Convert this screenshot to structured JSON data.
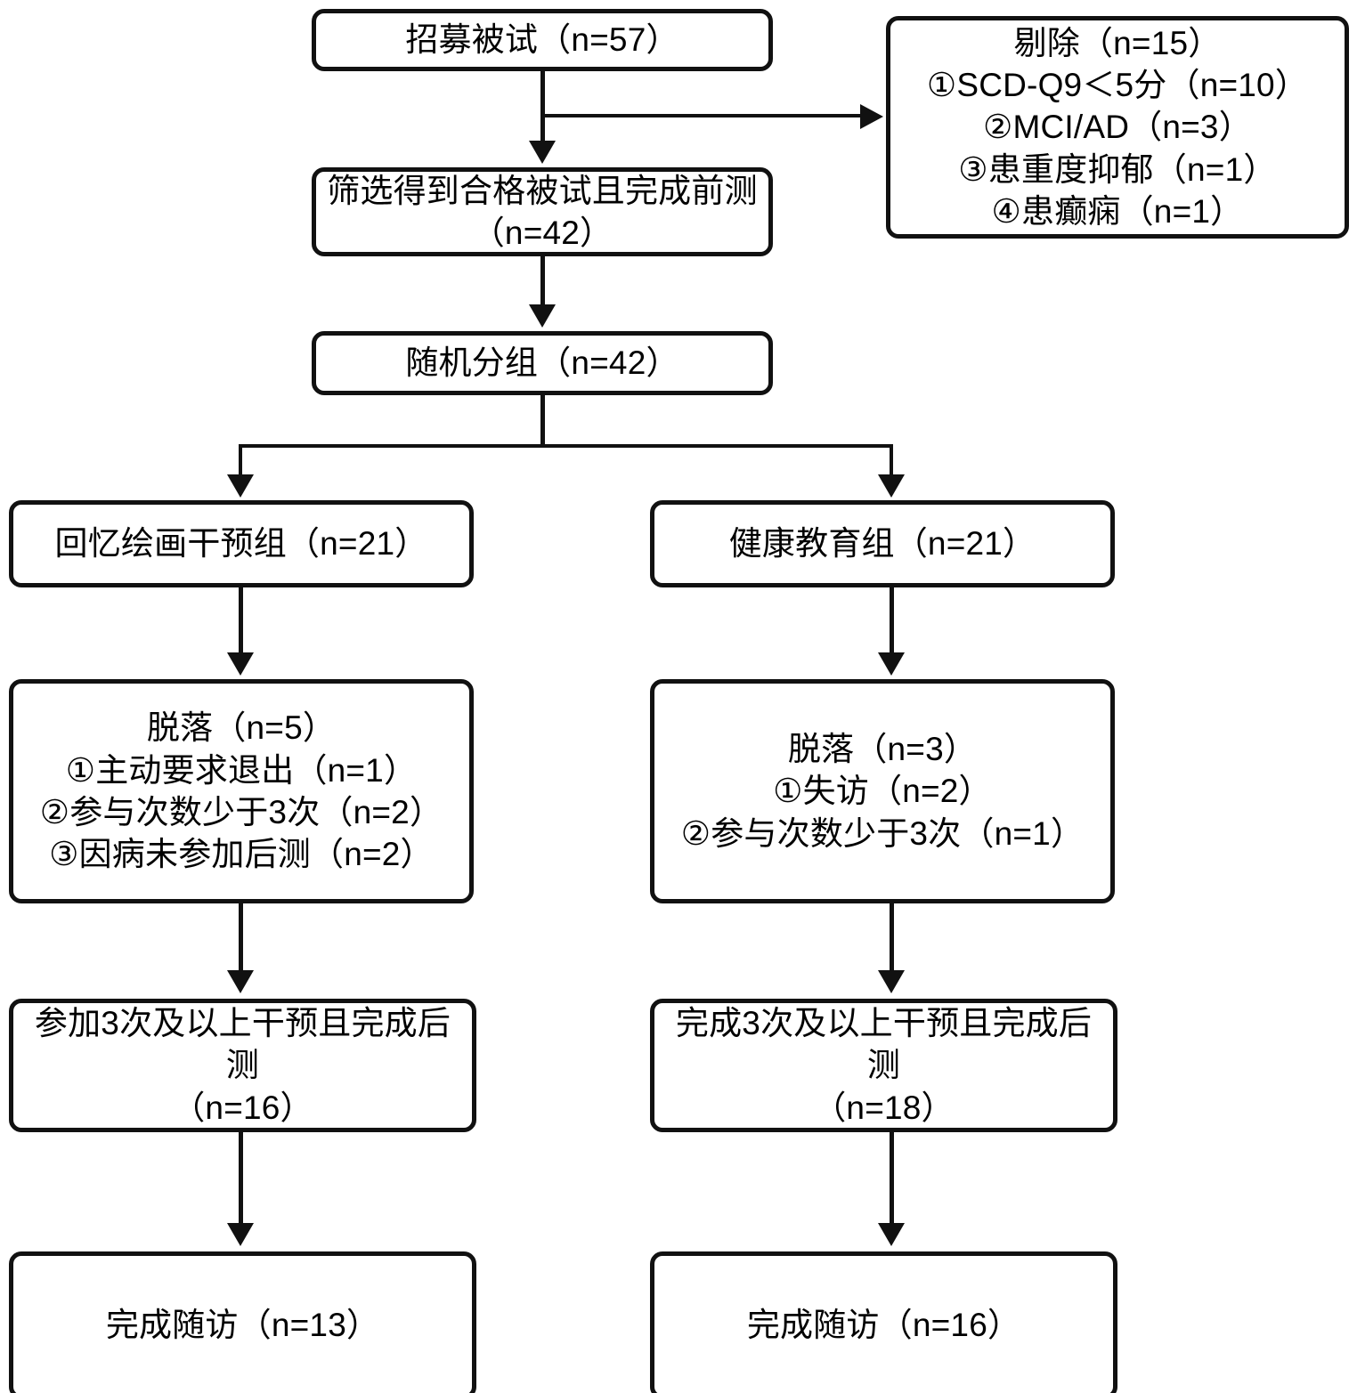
{
  "diagram": {
    "title": "CONSORT participant flow diagram",
    "line_color": "#111111",
    "background": "#ffffff",
    "nodes": {
      "recruited": "招募被试（n=57）",
      "excluded": "剔除（n=15）\n①SCD-Q9＜5分（n=10）\n②MCI/AD（n=3）\n③患重度抑郁（n=1）\n④患癫痫（n=1）",
      "screened": "筛选得到合格被试且完成前测\n（n=42）",
      "randomized": "随机分组（n=42）",
      "group_left": "回忆绘画干预组（n=21）",
      "group_right": "健康教育组（n=21）",
      "dropout_left": "脱落（n=5）\n①主动要求退出（n=1）\n②参与次数少于3次（n=2）\n③因病未参加后测（n=2）",
      "dropout_right": "脱落（n=3）\n①失访（n=2）\n②参与次数少于3次（n=1）",
      "posttest_left": "参加3次及以上干预且完成后测\n（n=16）",
      "posttest_right": "完成3次及以上干预且完成后测\n（n=18）",
      "followup_left": "完成随访（n=13）",
      "followup_right": "完成随访（n=16）"
    }
  }
}
